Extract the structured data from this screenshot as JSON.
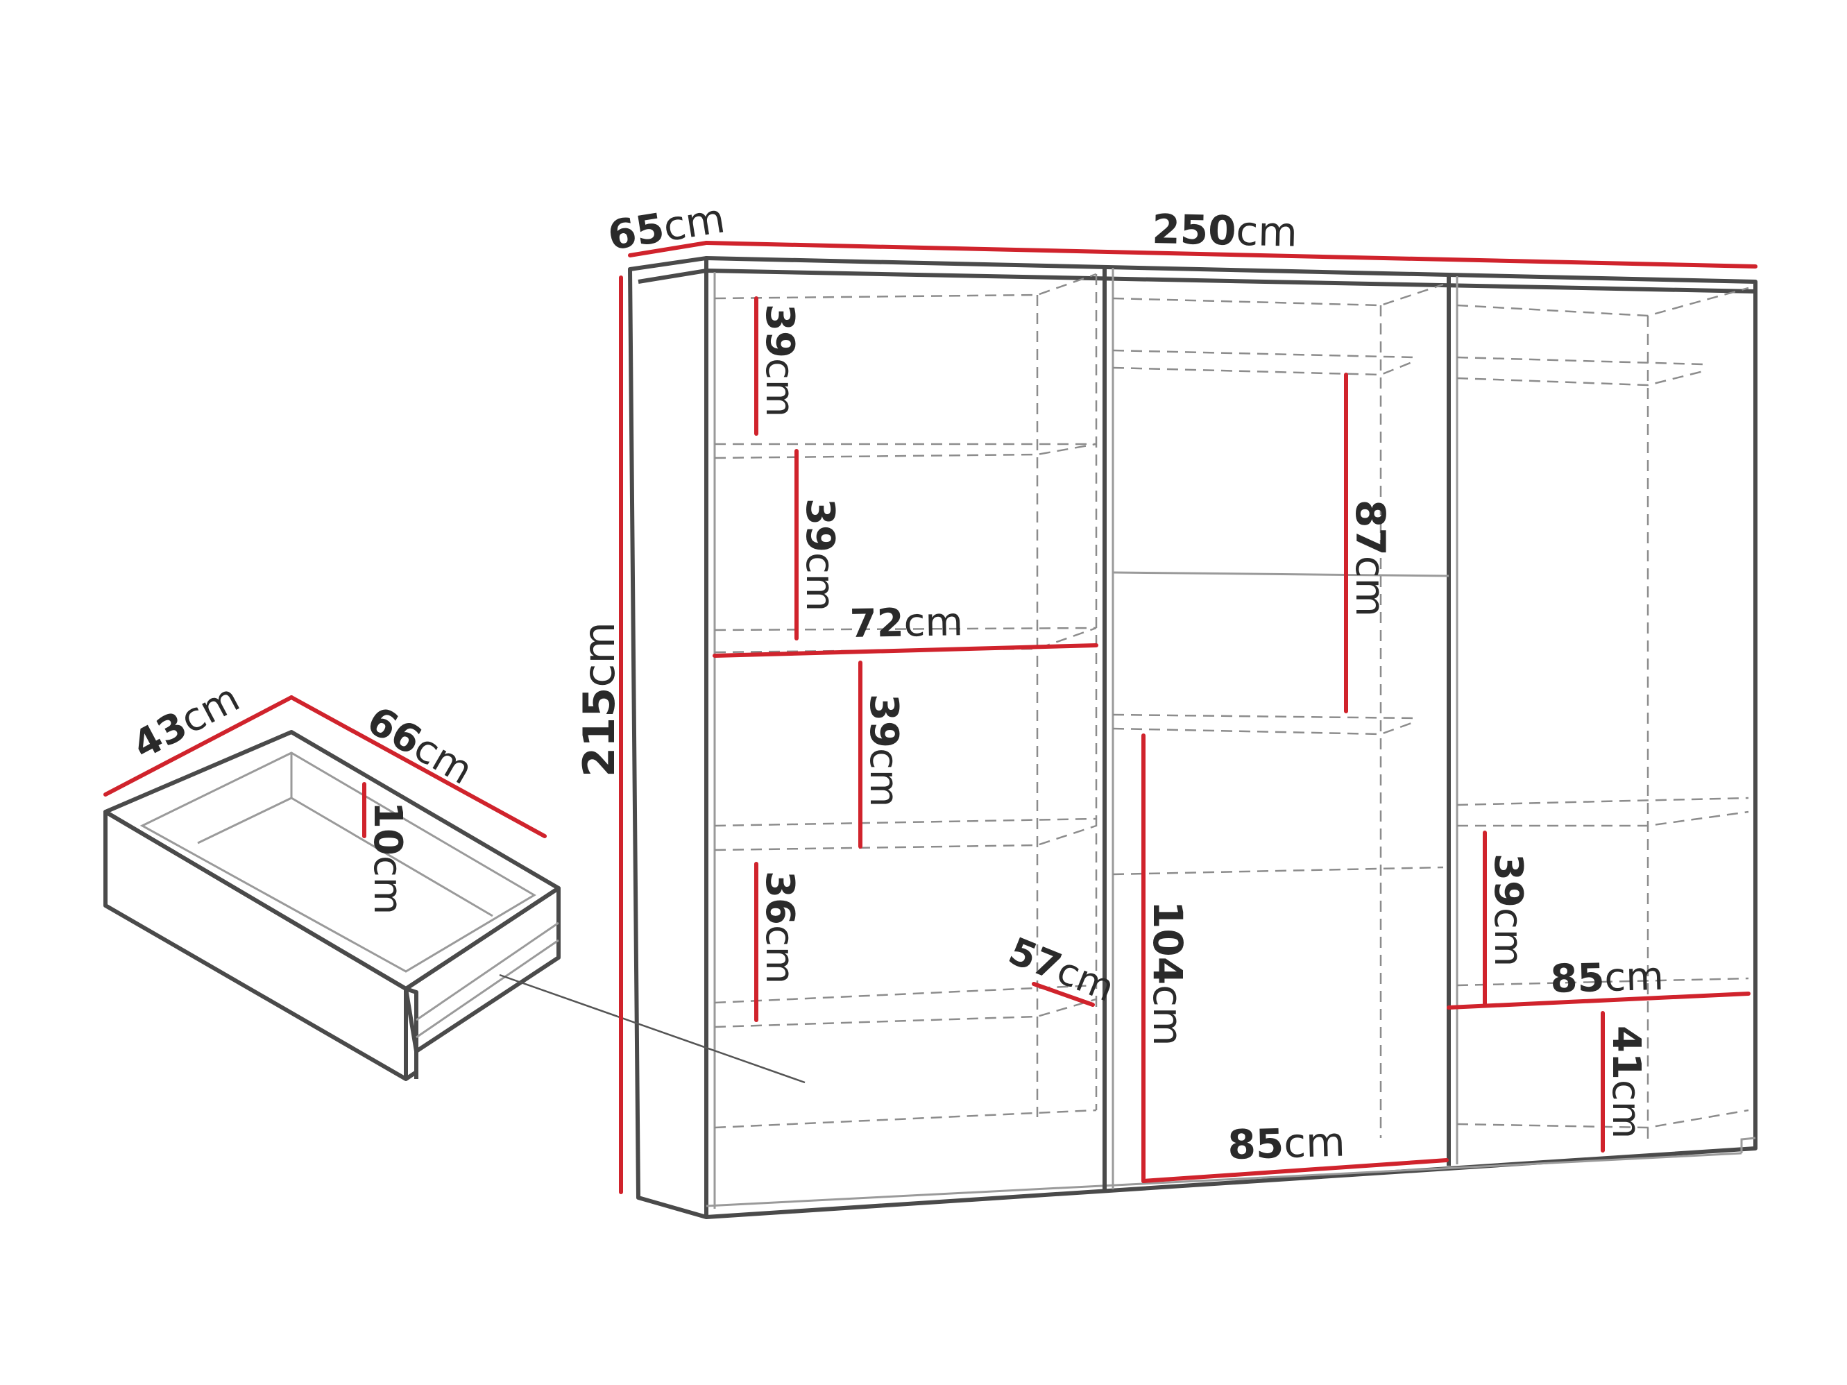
{
  "colors": {
    "dimension": "#d0232c",
    "outline": "#4a4a4a",
    "hidden": "#8c8c8c"
  },
  "unit": "cm",
  "wardrobe": {
    "width": {
      "value": "250",
      "unit": "cm"
    },
    "depth": {
      "value": "65",
      "unit": "cm"
    },
    "height": {
      "value": "215",
      "unit": "cm"
    },
    "left_section": {
      "shelf_heights": [
        {
          "value": "39",
          "unit": "cm"
        },
        {
          "value": "39",
          "unit": "cm"
        },
        {
          "value": "39",
          "unit": "cm"
        },
        {
          "value": "36",
          "unit": "cm"
        }
      ],
      "width": {
        "value": "72",
        "unit": "cm"
      },
      "depth": {
        "value": "57",
        "unit": "cm"
      }
    },
    "middle_section": {
      "upper_height": {
        "value": "87",
        "unit": "cm"
      },
      "lower_height": {
        "value": "104",
        "unit": "cm"
      },
      "width": {
        "value": "85",
        "unit": "cm"
      }
    },
    "right_section": {
      "upper_shelf_height": {
        "value": "39",
        "unit": "cm"
      },
      "width": {
        "value": "85",
        "unit": "cm"
      },
      "lower_height": {
        "value": "41",
        "unit": "cm"
      }
    }
  },
  "drawer": {
    "depth": {
      "value": "43",
      "unit": "cm"
    },
    "width": {
      "value": "66",
      "unit": "cm"
    },
    "height": {
      "value": "10",
      "unit": "cm"
    }
  }
}
